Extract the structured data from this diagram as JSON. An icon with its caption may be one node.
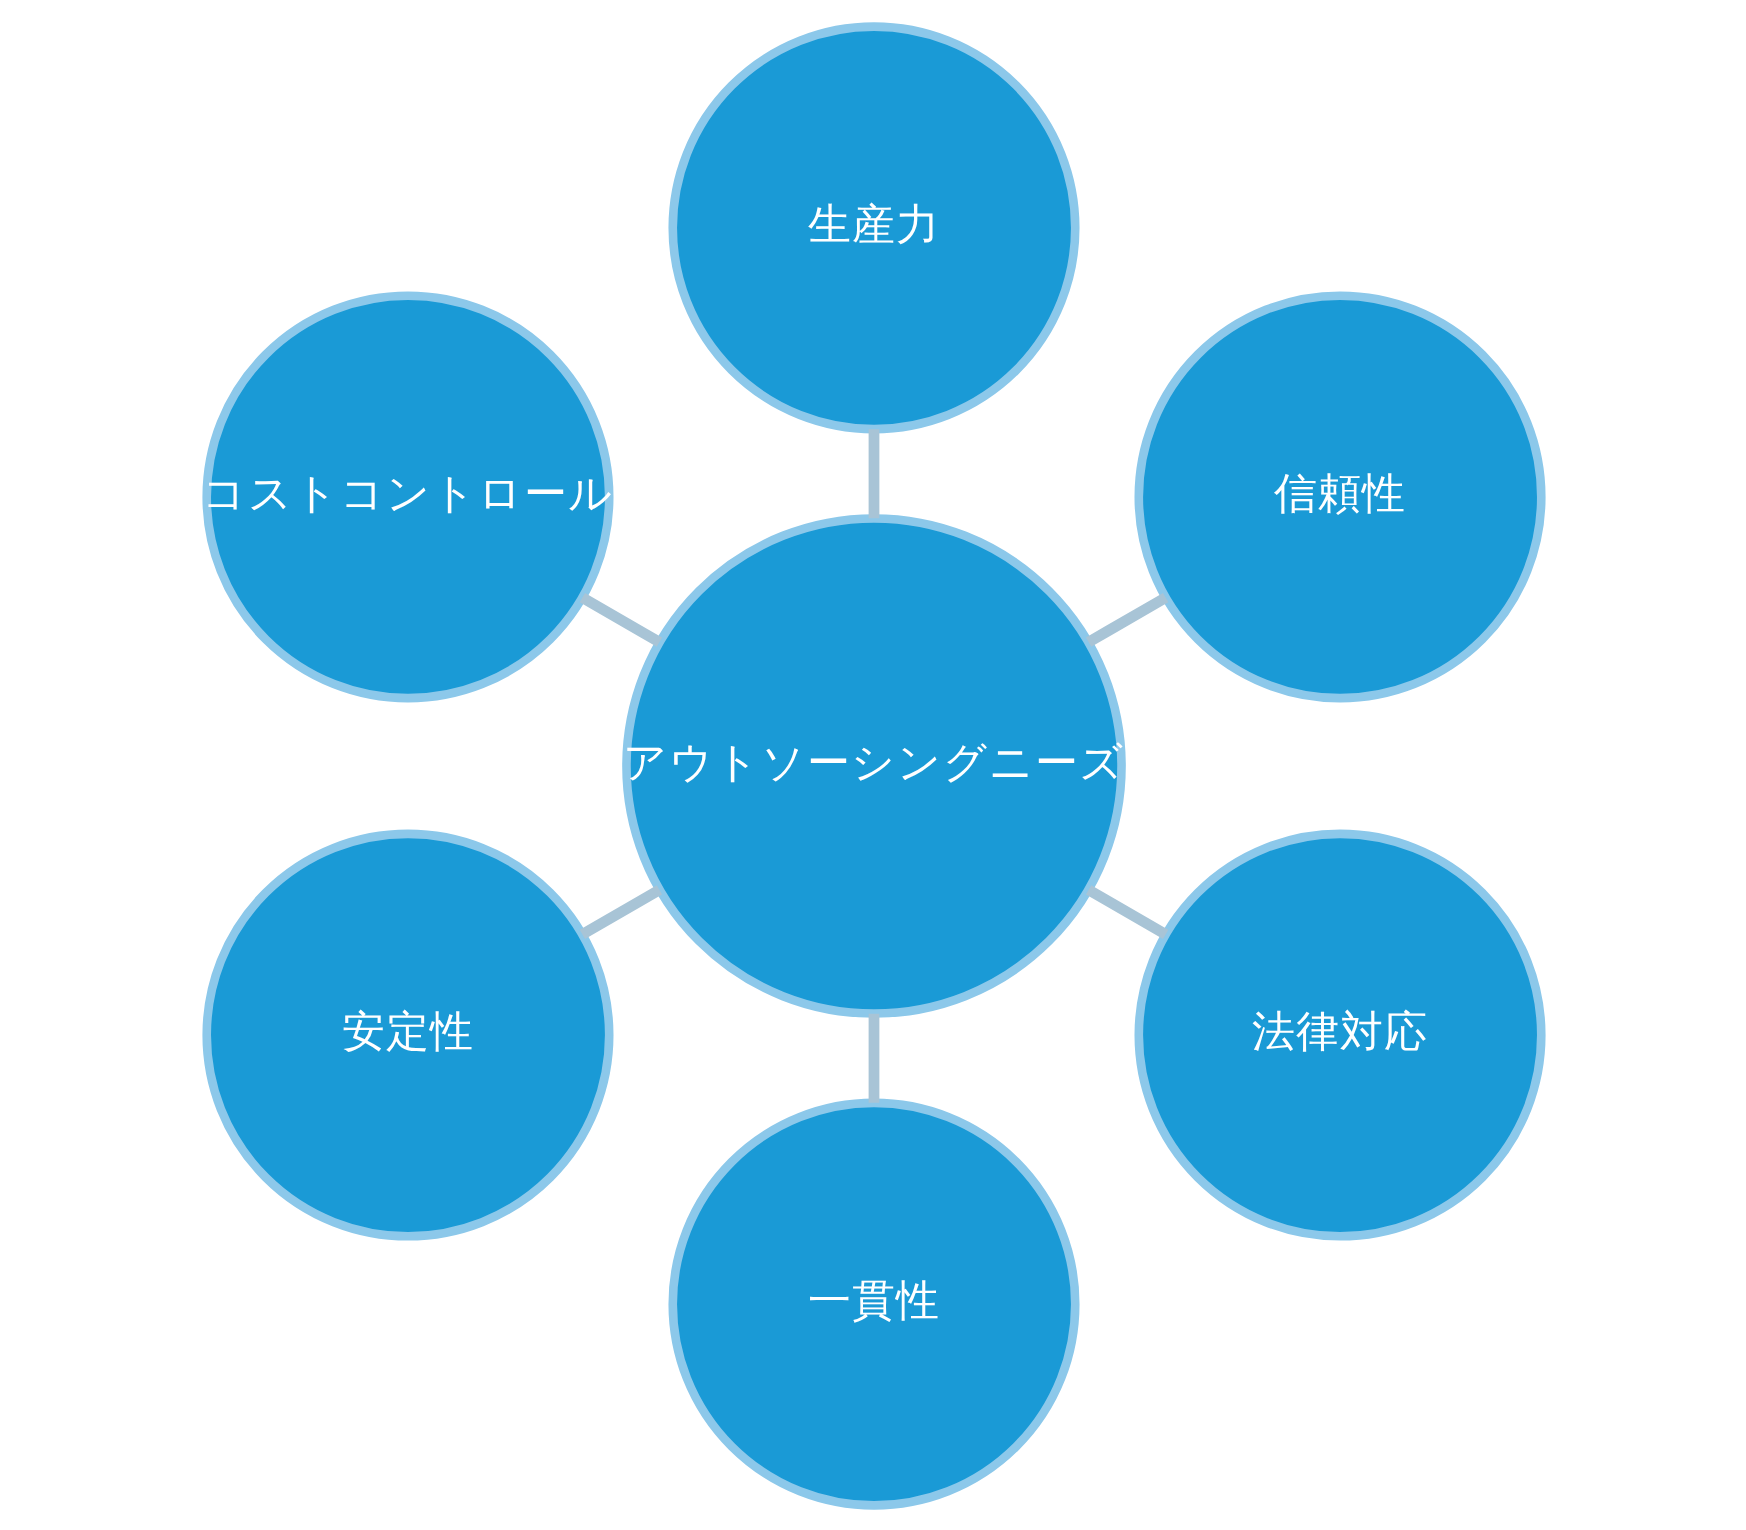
{
  "diagram": {
    "nodes": [
      {
        "text": [
          "アウトソーシングニーズ"
        ]
      },
      {
        "text": [
          "信頼性"
        ]
      },
      {
        "text": [
          "生産力"
        ]
      },
      {
        "text": [
          "コストコントロール"
        ]
      },
      {
        "text": [
          "安定性"
        ]
      },
      {
        "text": [
          "一貫性"
        ]
      },
      {
        "text": [
          "法律対応"
        ]
      }
    ],
    "edges": [
      {
        "from": 0,
        "to": 1,
        "arrow": "none"
      },
      {
        "from": 0,
        "to": 2,
        "arrow": "none"
      },
      {
        "from": 0,
        "to": 3,
        "arrow": "none"
      },
      {
        "from": 0,
        "to": 4,
        "arrow": "none"
      },
      {
        "from": 0,
        "to": 5,
        "arrow": "none"
      },
      {
        "from": 0,
        "to": 6,
        "arrow": "none"
      }
    ]
  }
}
